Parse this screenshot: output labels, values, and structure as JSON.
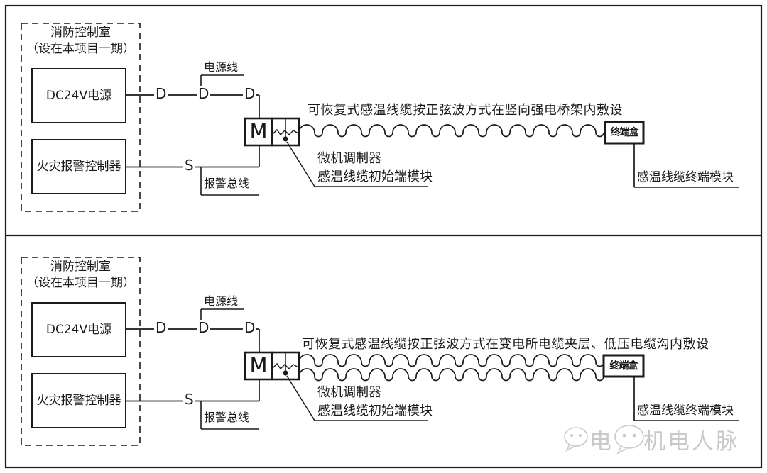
{
  "diagrams": [
    {
      "room": {
        "title": "消防控制室",
        "subtitle": "（设在本项目一期）"
      },
      "power_box": "DC24V电源",
      "alarm_box": "火灾报警控制器",
      "power_line_label": "电源线",
      "alarm_line_label": "报警总线",
      "d_symbols": [
        "D",
        "D",
        "D"
      ],
      "s_symbol": "S",
      "module_letter": "M",
      "annotation": "可恢复式感温线缆按正弦波方式在竖向强电桥架内敷设",
      "modulator_label_line1": "微机调制器",
      "modulator_label_line2": "感温线缆初始端模块",
      "terminal_box": "终端盒",
      "terminal_label": "感温线缆终端模块"
    },
    {
      "room": {
        "title": "消防控制室",
        "subtitle": "（设在本项目一期）"
      },
      "power_box": "DC24V电源",
      "alarm_box": "火灾报警控制器",
      "power_line_label": "电源线",
      "alarm_line_label": "报警总线",
      "d_symbols": [
        "D",
        "D",
        "D"
      ],
      "s_symbol": "S",
      "module_letter": "M",
      "annotation": "可恢复式感温线缆按正弦波方式在变电所电缆夹层、低压电缆沟内敷设",
      "modulator_label_line1": "微机调制器",
      "modulator_label_line2": "感温线缆初始端模块",
      "terminal_box": "终端盒",
      "terminal_label": "感温线缆终端模块"
    }
  ],
  "watermark": {
    "part1": "电",
    "part2": "机电人脉"
  }
}
